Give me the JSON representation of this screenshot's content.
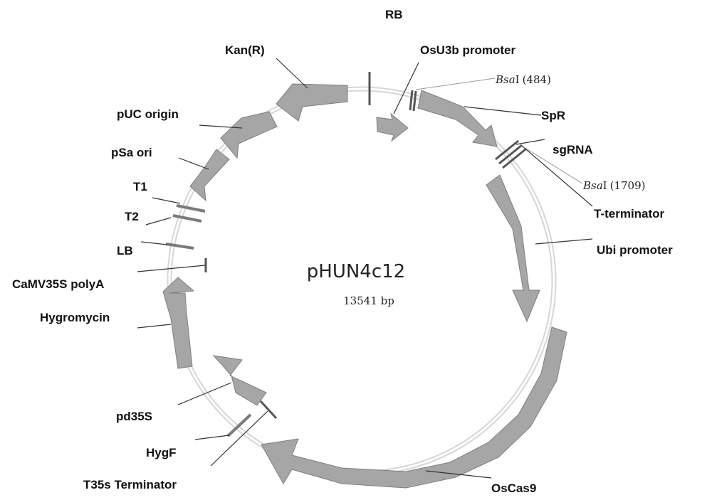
{
  "plasmid": {
    "name": "pHUN4c12",
    "size_label": "13541 bp"
  },
  "features": {
    "rb": "RB",
    "osu3b_promoter": "OsU3b promoter",
    "kan_r": "Kan(R)",
    "puc_origin": "pUC origin",
    "psa_ori": "pSa ori",
    "t1": "T1",
    "t2": "T2",
    "lb": "LB",
    "camv35s_polya": "CaMV35S polyA",
    "hygromycin": "Hygromycin",
    "pd35s": "pd35S",
    "hygf": "HygF",
    "t35s_terminator": "T35s Terminator",
    "oscas9": "OsCas9",
    "ubi_promoter": "Ubi promoter",
    "t_terminator": "T-terminator",
    "sgrna": "sgRNA",
    "spr": "SpR"
  },
  "restriction_sites": [
    {
      "enzyme": "Bsa",
      "suffix": "I",
      "position": "(484)"
    },
    {
      "enzyme": "Bsa",
      "suffix": "I",
      "position": "(1709)"
    }
  ],
  "colors": {
    "feature_fill": "#a6a6a6",
    "feature_stroke": "#7f7f7f",
    "backbone": "#d6d6d6"
  }
}
